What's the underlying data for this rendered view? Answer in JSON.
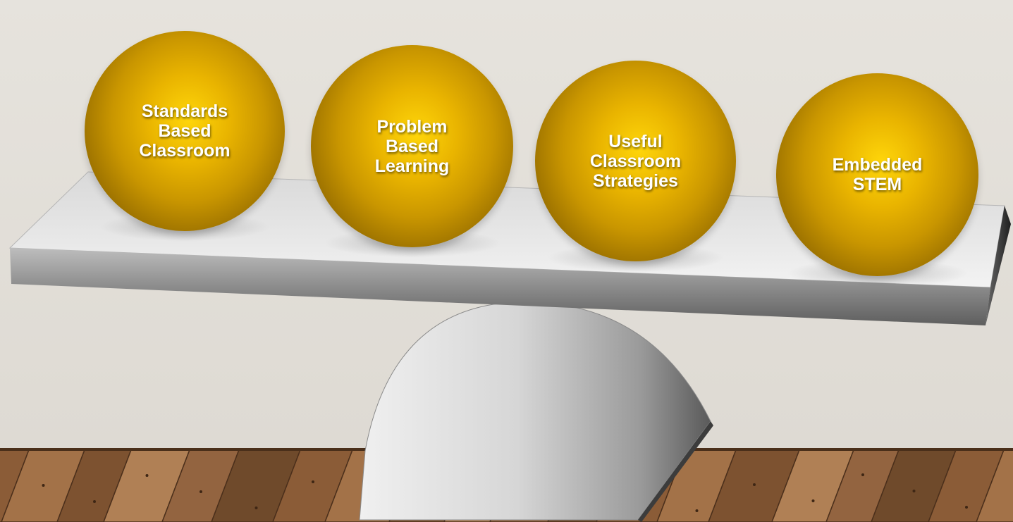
{
  "balls": [
    {
      "label": "Standards\nBased\nClassroom"
    },
    {
      "label": "Problem\nBased\nLearning"
    },
    {
      "label": "Useful\nClassroom\nStrategies"
    },
    {
      "label": "Embedded\nSTEM"
    }
  ],
  "colors": {
    "wall": "#e2dfd9",
    "ball_gold": "#e9b400",
    "board": "#dcdcdc",
    "floor_wood": "#9a6b43"
  }
}
